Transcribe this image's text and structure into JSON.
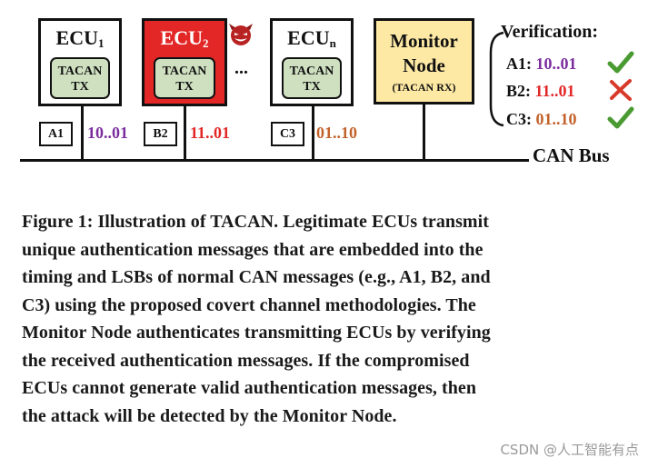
{
  "colors": {
    "purple": "#7b2d9f",
    "red": "#e32727",
    "orange": "#c2622a",
    "green": "#4a9a32",
    "tx_fill": "#cfe0c1",
    "monitor_fill": "#fde9a4"
  },
  "diagram": {
    "ecus": [
      {
        "name": "ECU",
        "sub": "1",
        "tx": [
          "TACAN",
          "TX"
        ],
        "msg_id": "A1",
        "msg_bits": "10..01",
        "color": "#7b2d9f",
        "compromised": false
      },
      {
        "name": "ECU",
        "sub": "2",
        "tx": [
          "TACAN",
          "TX"
        ],
        "msg_id": "B2",
        "msg_bits": "11..01",
        "color": "#e32727",
        "compromised": true
      },
      {
        "name": "ECU",
        "sub": "n",
        "tx": [
          "TACAN",
          "TX"
        ],
        "msg_id": "C3",
        "msg_bits": "01..10",
        "color": "#c2622a",
        "compromised": false
      }
    ],
    "ellipsis": "...",
    "devil_icon": "devil-face-icon",
    "monitor": {
      "line1": "Monitor",
      "line2": "Node",
      "line3": "(TACAN RX)"
    },
    "bus_label": "CAN Bus",
    "verification": {
      "title": "Verification:",
      "rows": [
        {
          "label": "A1:",
          "value": "10..01",
          "color": "#7b2d9f",
          "result": "valid",
          "icon": "check-icon"
        },
        {
          "label": "B2:",
          "value": "11..01",
          "color": "#e32727",
          "result": "invalid",
          "icon": "cross-icon"
        },
        {
          "label": "C3:",
          "value": "01..10",
          "color": "#c2622a",
          "result": "valid",
          "icon": "check-icon"
        }
      ]
    }
  },
  "caption": {
    "lines": [
      "Figure 1: Illustration of TACAN. Legitimate ECUs transmit",
      "unique authentication messages that are embedded into the",
      "timing and LSBs of normal CAN messages (e.g., A1, B2, and",
      "C3) using the proposed covert channel methodologies. The",
      "Monitor Node authenticates transmitting ECUs by verifying",
      "the received authentication messages. If the compromised",
      "ECUs cannot generate valid authentication messages, then",
      "the attack will be detected by the Monitor Node."
    ]
  },
  "watermark": "CSDN @人工智能有点"
}
